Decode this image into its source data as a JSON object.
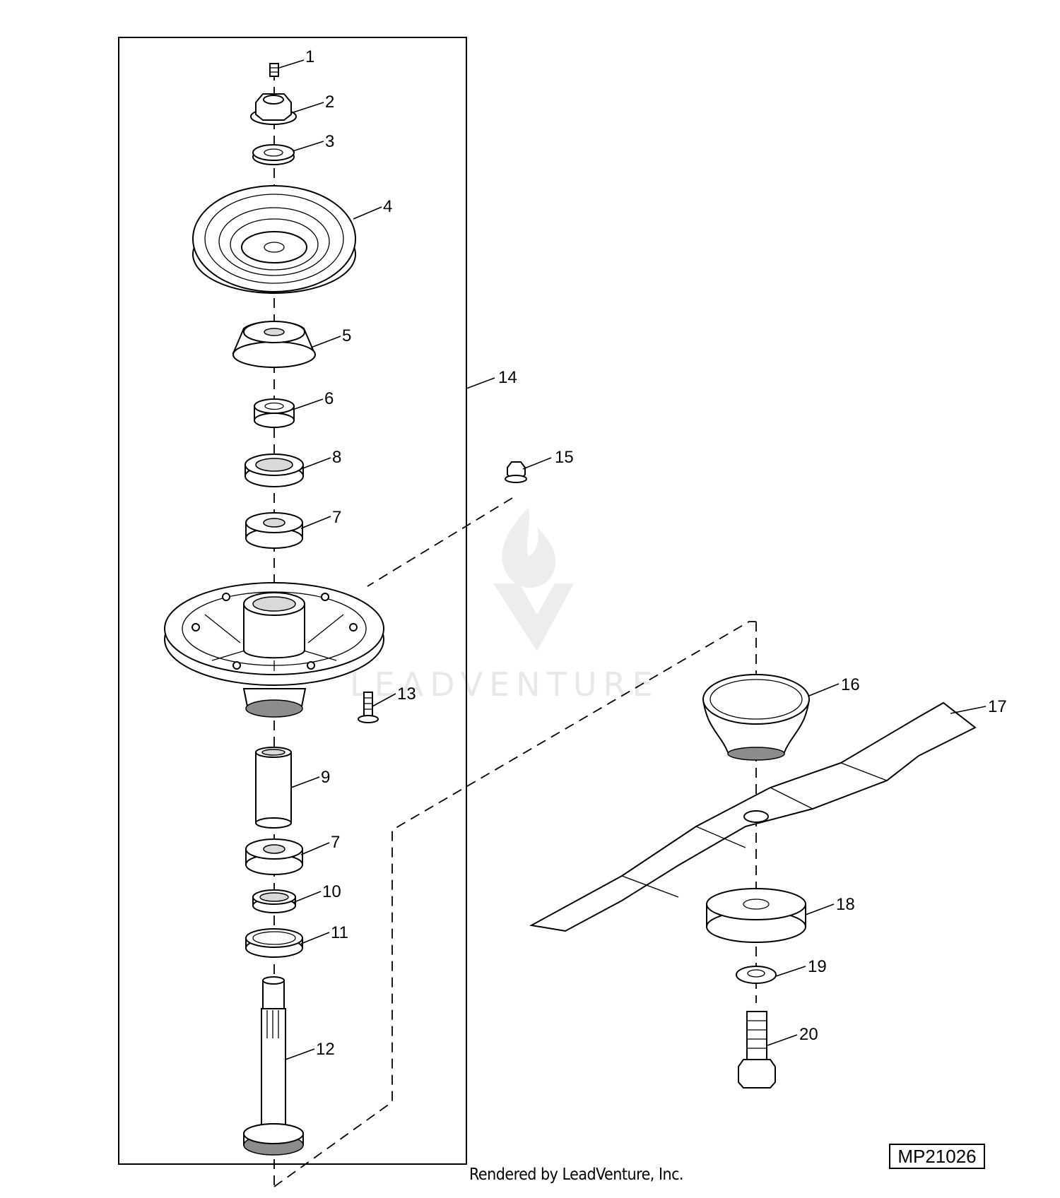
{
  "figure_id": "MP21026",
  "footer": "Rendered by LeadVenture, Inc.",
  "watermark": "LEADVENTURE",
  "callouts": [
    "1",
    "2",
    "3",
    "4",
    "5",
    "6",
    "8",
    "7",
    "13",
    "9",
    "7",
    "10",
    "11",
    "12",
    "14",
    "15",
    "16",
    "17",
    "18",
    "19",
    "20"
  ]
}
